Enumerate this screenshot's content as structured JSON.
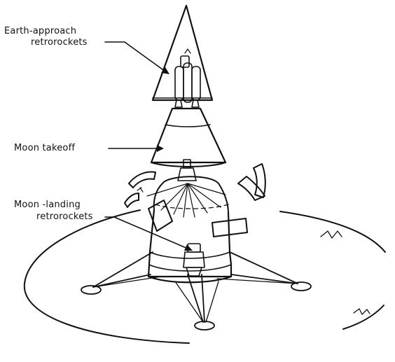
{
  "labels": {
    "earth_approach_line1": "Earth-approach",
    "earth_approach_line2": "retrorockets",
    "moon_takeoff": "Moon takeoff",
    "moon_landing_line1": "Moon -landing",
    "moon_landing_line2": "retrorockets"
  },
  "colors": {
    "ink": "#111111",
    "background": "#ffffff"
  }
}
